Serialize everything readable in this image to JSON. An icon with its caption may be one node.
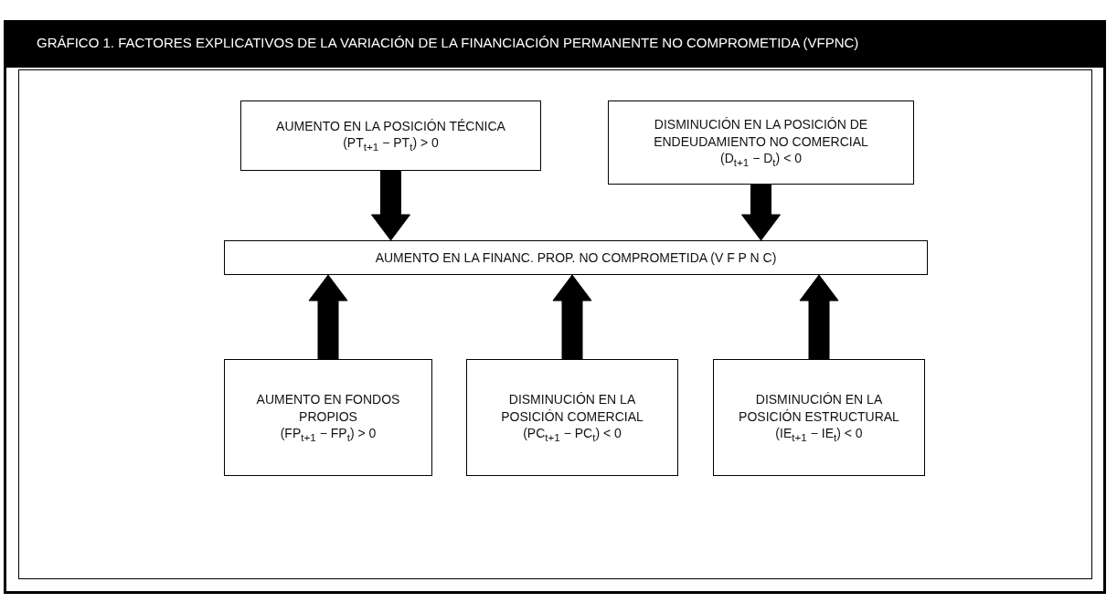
{
  "diagram": {
    "title": "GRÁFICO 1. FACTORES EXPLICATIVOS DE LA VARIACIÓN DE LA FINANCIACIÓN PERMANENTE NO COMPROMETIDA (VFPNC)",
    "nodes": [
      {
        "text": [
          "AUMENTO EN LA POSICIÓN TÉCNICA",
          "(PT$_{t+1}$ − PT$_{t}$) > 0"
        ]
      },
      {
        "text": [
          "DISMINUCIÓN EN LA POSICIÓN DE ENDEUDAMIENTO NO COMERCIAL",
          "(D$_{t+1}$ − D$_{t}$) < 0"
        ]
      },
      {
        "text": [
          "AUMENTO EN LA FINANC. PROP. NO COMPROMETIDA (V F P N C)"
        ]
      },
      {
        "text": [
          "AUMENTO EN FONDOS PROPIOS",
          "(FP$_{t+1}$ − FP$_{t}$) > 0"
        ]
      },
      {
        "text": [
          "DISMINUCIÓN EN LA POSICIÓN COMERCIAL",
          "(PC$_{t+1}$ − PC$_{t}$) < 0"
        ]
      },
      {
        "text": [
          "DISMINUCIÓN EN LA POSICIÓN ESTRUCTURAL",
          "(IE$_{t+1}$ − IE$_{t}$) < 0"
        ]
      }
    ],
    "edges": [
      {
        "from": 0,
        "to": 2,
        "arrow": "to",
        "style": "thick"
      },
      {
        "from": 1,
        "to": 2,
        "arrow": "to",
        "style": "thick"
      },
      {
        "from": 3,
        "to": 2,
        "arrow": "to",
        "style": "thick"
      },
      {
        "from": 4,
        "to": 2,
        "arrow": "to",
        "style": "thick"
      },
      {
        "from": 5,
        "to": 2,
        "arrow": "to",
        "style": "thick"
      }
    ]
  }
}
